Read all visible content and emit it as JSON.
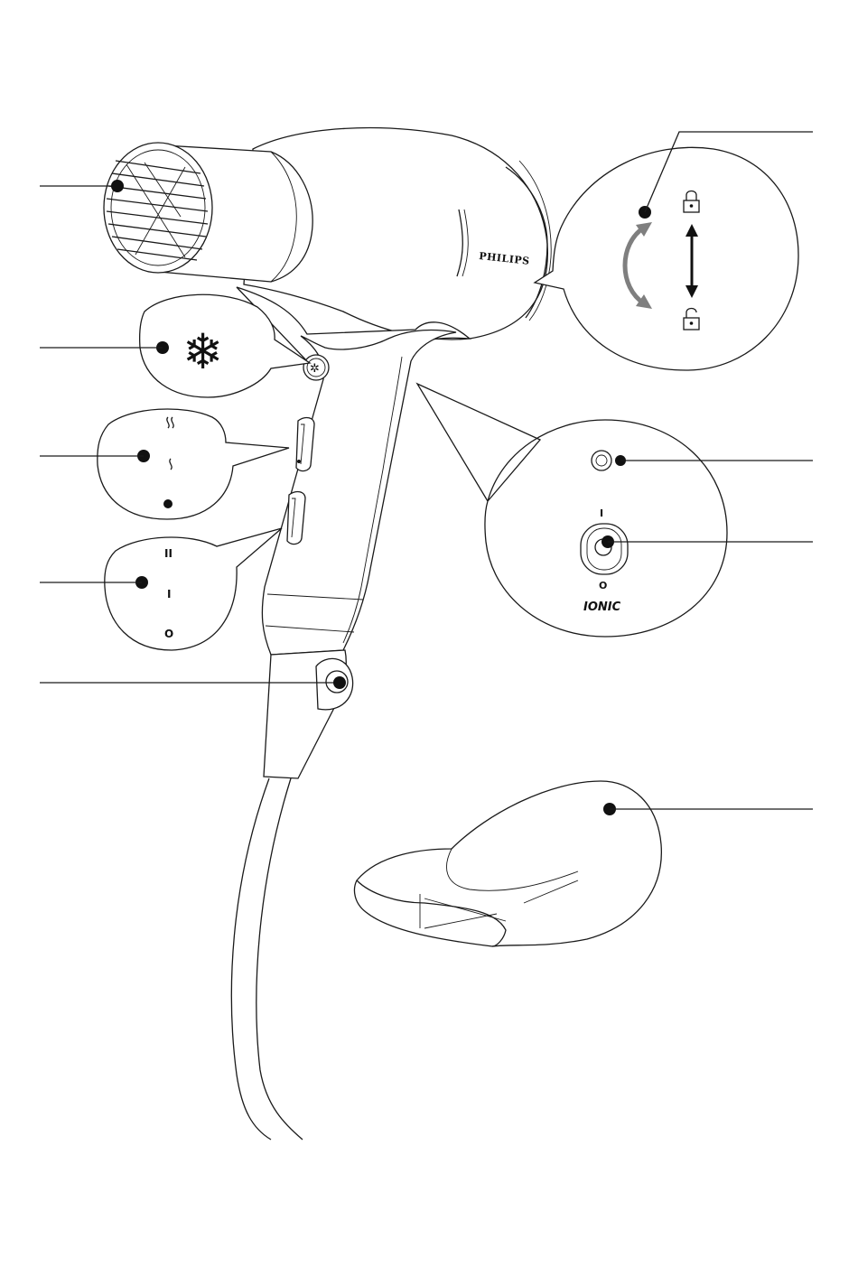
{
  "brand_label": "PHILIPS",
  "ionic_label": "IONIC",
  "ionic_switch": {
    "on_mark": "I",
    "off_mark": "O"
  },
  "speed_marks": {
    "high": "II",
    "low": "I",
    "off": "O"
  },
  "icons": {
    "cool_shot": "snowflake-icon",
    "lock": "padlock-closed-icon",
    "unlock": "padlock-open-icon",
    "heat_high": "double-wave-icon",
    "heat_low": "single-wave-icon",
    "heat_off": "dot-icon"
  },
  "colors": {
    "line": "#1a1a1a",
    "arrow_gray": "#7f7f7f",
    "background": "#ffffff"
  }
}
